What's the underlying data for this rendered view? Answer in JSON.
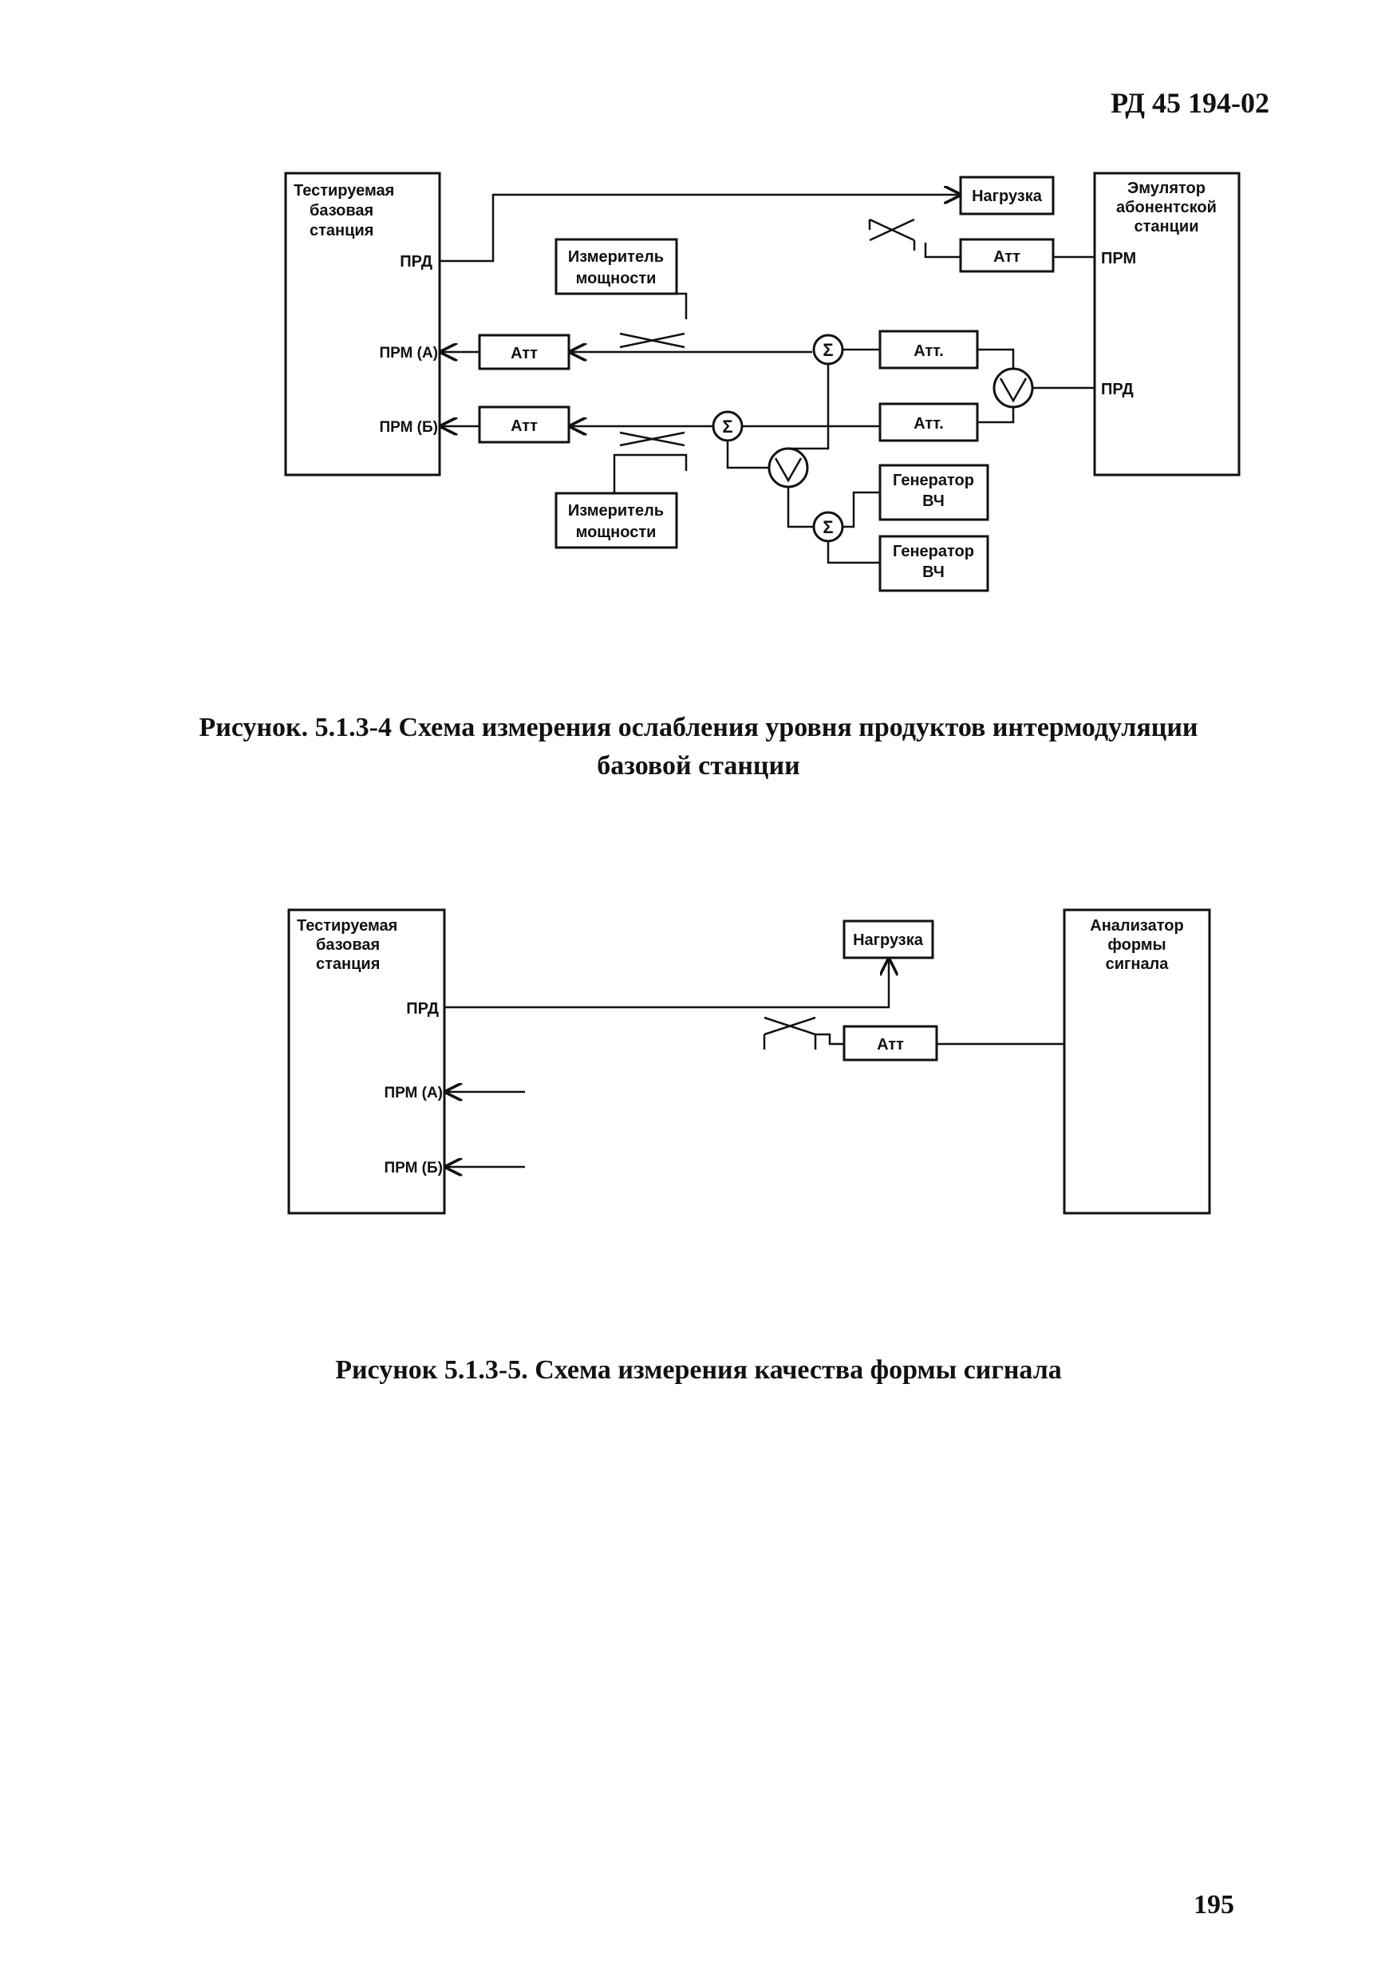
{
  "header": {
    "doc_code": "РД 45 194-02"
  },
  "figure1": {
    "bs_lines": [
      "Тестируемая",
      "базовая",
      "станция"
    ],
    "bs_port_tx": "ПРД",
    "bs_port_rx_a": "ПРМ (А)",
    "bs_port_rx_b": "ПРМ (Б)",
    "load": "Нагрузка",
    "emulator_lines": [
      "Эмулятор",
      "абонентской",
      "станции"
    ],
    "emu_port_rx": "ПРМ",
    "emu_port_tx": "ПРД",
    "att": "Атт",
    "att_dot": "Атт.",
    "power_meter_lines": [
      "Измеритель",
      "мощности"
    ],
    "sum_symbol": "Σ",
    "generator_lines": [
      "Генератор",
      "ВЧ"
    ],
    "caption_lines": [
      "Рисунок. 5.1.3-4  Схема измерения ослабления уровня продуктов интермодуляции",
      "базовой станции"
    ]
  },
  "figure2": {
    "bs_lines": [
      "Тестируемая",
      "базовая",
      "станция"
    ],
    "bs_port_tx": "ПРД",
    "bs_port_rx_a": "ПРМ (А)",
    "bs_port_rx_b": "ПРМ (Б)",
    "load": "Нагрузка",
    "att": "Атт",
    "analyzer_lines": [
      "Анализатор",
      "формы",
      "сигнала"
    ],
    "caption": "Рисунок 5.1.3-5. Схема измерения качества формы сигнала"
  },
  "footer": {
    "page_number": "195"
  }
}
